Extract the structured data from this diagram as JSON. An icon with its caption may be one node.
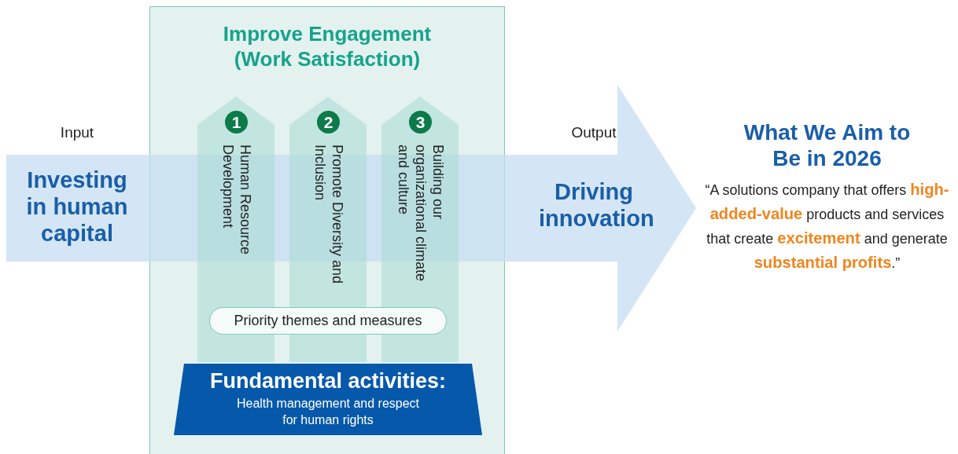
{
  "diagram": {
    "nodes": [
      {
        "text": [
          "Improve Engagement (Work Satisfaction)"
        ]
      },
      {
        "text": [
          "1",
          "Human Resource Development"
        ],
        "in": 0
      },
      {
        "text": [
          "2",
          "Promote Diversity and Inclusion"
        ],
        "in": 0
      },
      {
        "text": [
          "3",
          "Building our organizational climate and culture"
        ],
        "in": 0
      },
      {
        "text": [
          "Priority themes and measures"
        ],
        "in": 0
      },
      {
        "text": [
          "Fundamental activities:",
          "Health management and respect for human rights"
        ],
        "in": 0
      },
      {
        "text": [
          "Investing in human capital"
        ],
        "beside": [
          "Input"
        ]
      },
      {
        "text": [
          "Driving innovation"
        ],
        "beside": [
          "Output"
        ]
      },
      {
        "text": [
          "What We Aim to Be in 2026",
          "“A solutions company that offers **high-added-value** products and services that create **excitement** and generate **substantial profits**.”"
        ]
      }
    ],
    "edges": [
      {
        "from": 6,
        "to": 8,
        "arrow": "to"
      }
    ]
  }
}
